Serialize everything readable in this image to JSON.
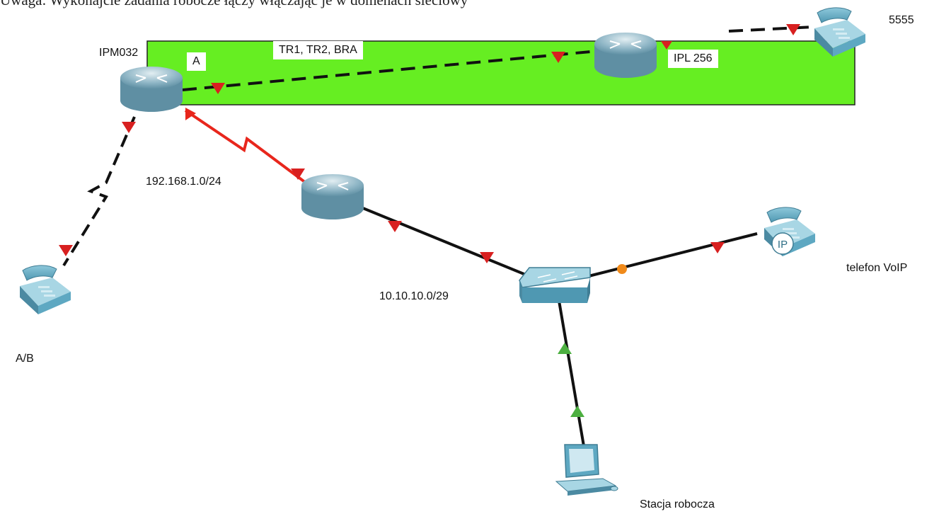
{
  "caption": "Uwaga: Wykonajcie zadania robocze łączy włączając je w domenach sieciowy",
  "labels": {
    "ipm032": "IPM032",
    "a": "A",
    "trunk": "TR1, TR2, BRA",
    "ipl256": "IPL 256",
    "ext5555": "5555",
    "net192": "192.168.1.0/24",
    "net10": "10.10.10.0/29",
    "voip": "telefon VoIP",
    "ab": "A/B",
    "station": "Stacja robocza",
    "ip_badge": "IP"
  },
  "colors": {
    "zone": "#66ee22",
    "serial": "#e8261c",
    "arrow": "#d82020",
    "up_arrow": "#4caf40",
    "dot": "#f08a1a",
    "device": "#5ea8c2"
  }
}
